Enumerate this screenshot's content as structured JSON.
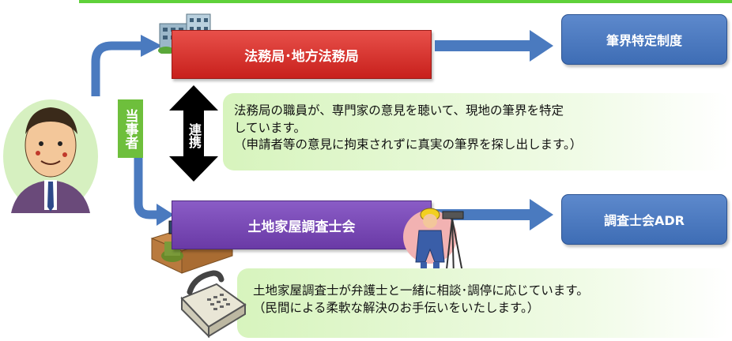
{
  "boxes": {
    "houmukyoku": "法務局･地方法務局",
    "chousashikai": "土地家屋調査士会",
    "hikkai_seido": "筆界特定制度",
    "adr": "調査士会ADR"
  },
  "labels": {
    "touji": "当事者",
    "renkei": "連携"
  },
  "descriptions": {
    "houmukyoku_lines": [
      "法務局の職員が、専門家の意見を聴いて、現地の筆界を特定",
      "しています。",
      "（申請者等の意見に拘束されずに真実の筆界を探し出します。）"
    ],
    "chousashikai_lines": [
      "土地家屋調査士が弁護士と一緒に相談･調停に応じています。",
      "（民間による柔軟な解決のお手伝いをいたします。）"
    ]
  },
  "colors": {
    "red_box": "#d9332e",
    "purple_box": "#7a4ab6",
    "blue_box": "#4a7abf",
    "green_label": "#6ebf3c",
    "arrow_blue": "#4a7abf",
    "panel_green": "#d7f4bd"
  },
  "icons": [
    "building-icon",
    "person-icon",
    "office-desk-icon",
    "surveyor-icon",
    "telephone-icon"
  ]
}
